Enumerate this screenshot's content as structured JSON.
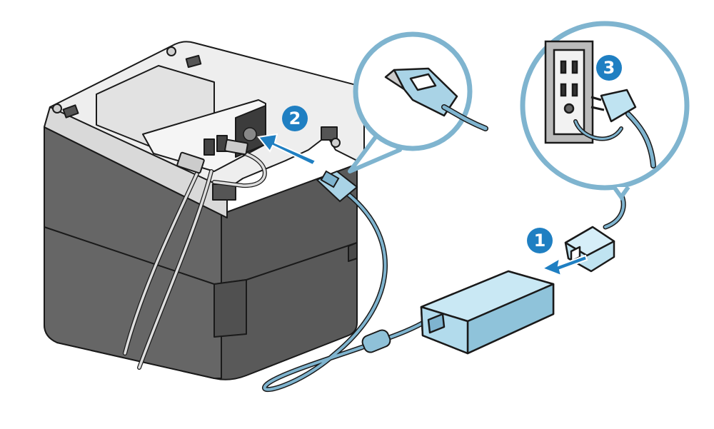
{
  "steps": [
    {
      "number": "1"
    },
    {
      "number": "2"
    },
    {
      "number": "3"
    }
  ],
  "colors": {
    "accent": "#1f7fc2",
    "cable": "#7fb4cf",
    "adapter": "#bfe3f1",
    "printer_body": "#5a5a5a",
    "printer_top": "#ededed",
    "outline": "#1a1a1a"
  },
  "icons": [
    "printer",
    "power-adapter",
    "dc-connector",
    "ac-plug",
    "wall-outlet",
    "step-arrow",
    "magnifier-callout"
  ]
}
